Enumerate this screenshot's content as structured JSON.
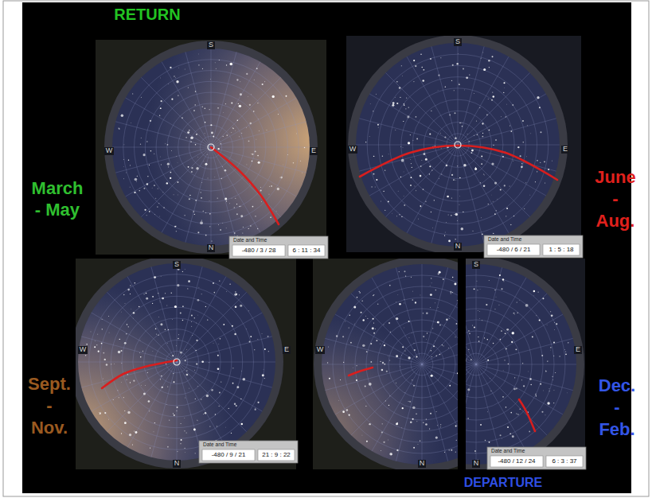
{
  "diagram": {
    "labels": [
      "RETURN",
      "March - May",
      "June - Aug.",
      "S",
      "W",
      "E",
      "N",
      "Date and Time",
      "-480 / 3 / 28",
      "6 : 11 : 34",
      "S",
      "W",
      "E",
      "N",
      "Date and Time",
      "-480 / 6 / 21",
      "1 : 5 : 18",
      "Sept. - Nov.",
      "S",
      "W",
      "E",
      "N",
      "Date and Time",
      "-480 / 9 / 21",
      "21 : 9 : 22",
      "W",
      "N",
      "S",
      "E",
      "N",
      "Date and Time",
      "-480 / 12 / 24",
      "6 : 3 : 37",
      "Dec. - Feb.",
      "DEPARTURE"
    ]
  }
}
